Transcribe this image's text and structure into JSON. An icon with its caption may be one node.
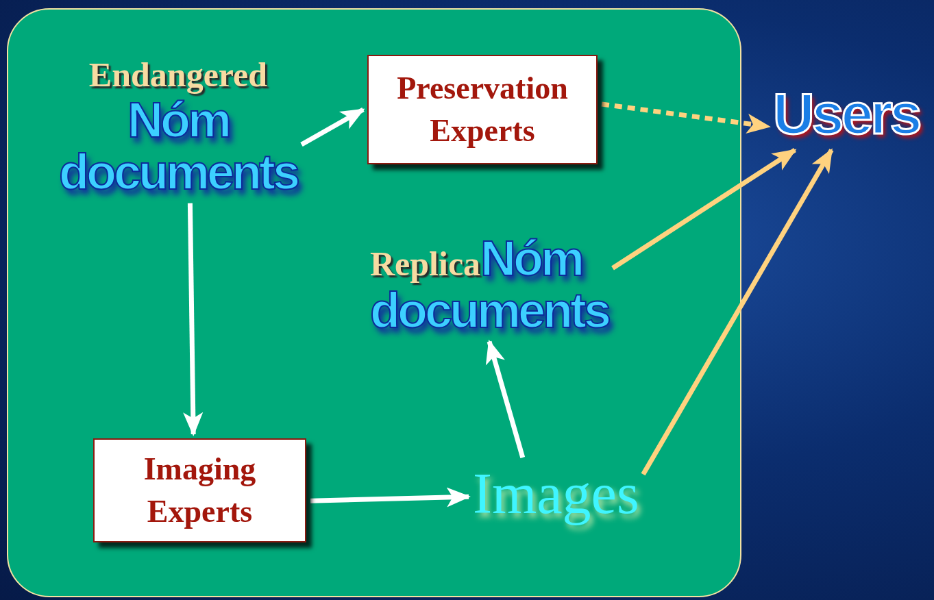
{
  "diagram": {
    "nodes": [
      {
        "text": [],
        "shape": "box"
      },
      {
        "text": [
          "Endangered",
          "Nóm documents"
        ],
        "in": 0
      },
      {
        "text": [
          "Preservation Experts"
        ],
        "in": 0
      },
      {
        "text": [
          "Imaging Experts"
        ],
        "in": 0
      },
      {
        "text": [
          "Replica",
          "Nóm documents"
        ],
        "in": 0
      },
      {
        "text": [
          "Images"
        ],
        "in": 0
      },
      {
        "text": [
          "Users"
        ]
      }
    ],
    "edges": [
      {
        "from": 1,
        "to": 2,
        "arrow": "to"
      },
      {
        "from": 1,
        "to": 3,
        "arrow": "to"
      },
      {
        "from": 3,
        "to": 5,
        "arrow": "to"
      },
      {
        "from": 5,
        "to": 4,
        "arrow": "to"
      },
      {
        "from": 2,
        "to": 6,
        "arrow": "to",
        "style": "dashed",
        "color": "#ffd27f"
      },
      {
        "from": 4,
        "to": 6,
        "arrow": "to",
        "color": "#ffd27f"
      },
      {
        "from": 5,
        "to": 6,
        "arrow": "to",
        "color": "#ffd27f"
      }
    ]
  }
}
